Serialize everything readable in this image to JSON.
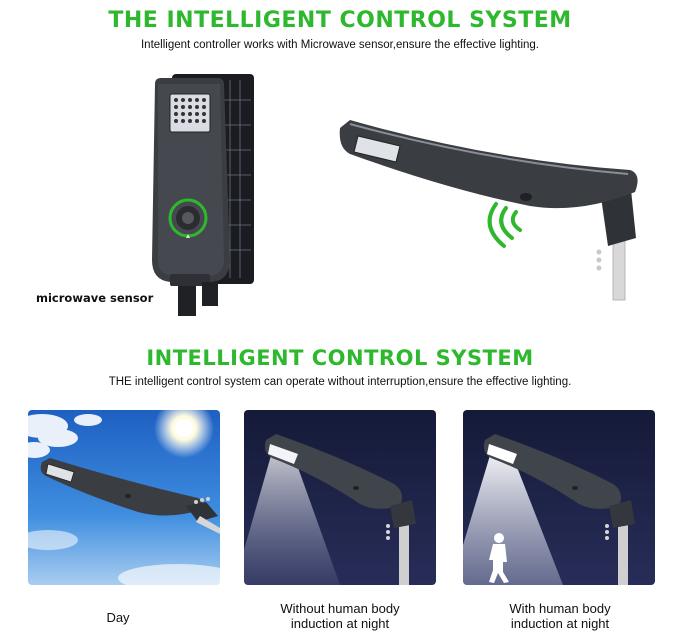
{
  "section1": {
    "title": "THE INTELLIGENT CONTROL SYSTEM",
    "subtitle": "Intelligent controller works with Microwave sensor,ensure the effective lighting.",
    "sensor_label": "microwave sensor"
  },
  "section2": {
    "title": "INTELLIGENT CONTROL SYSTEM",
    "subtitle": "THE intelligent control system can operate without interruption,ensure the effective lighting."
  },
  "scenes": [
    {
      "caption": "Day"
    },
    {
      "caption_line1": "Without human body",
      "caption_line2": "induction at night"
    },
    {
      "caption_line1": "With human body",
      "caption_line2": "induction at night"
    }
  ],
  "colors": {
    "accent_green": "#2eb82e",
    "lamp_body": "#3a3d42",
    "night_bg": "#1c2144",
    "sky_blue": "#2f7fd6"
  }
}
